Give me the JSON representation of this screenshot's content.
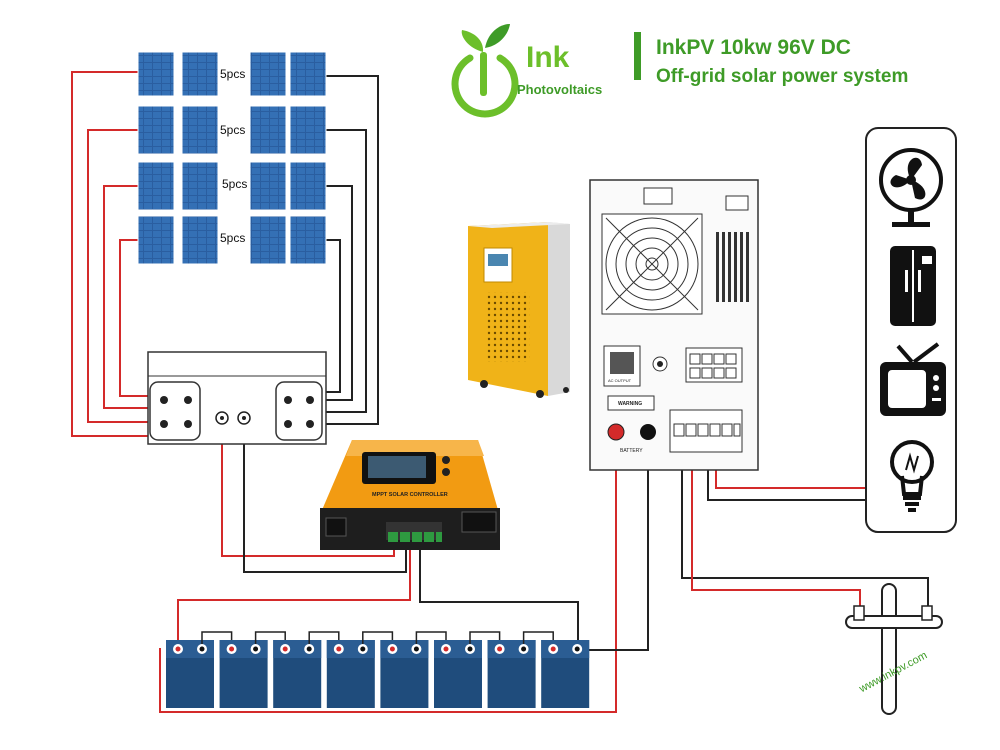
{
  "header": {
    "logo_word": "Ink",
    "logo_sub": "Photovoltaics",
    "title": "InkPV 10kw 96V DC",
    "subtitle": "Off-grid solar power system"
  },
  "panel_rows": [
    {
      "label": "5pcs"
    },
    {
      "label": "5pcs"
    },
    {
      "label": "5pcs"
    },
    {
      "label": "5pcs"
    }
  ],
  "controller": {
    "label": "MPPT SOLAR CONTROLLER"
  },
  "inverter": {
    "battery_label": "BATTERY",
    "ac_output_label": "AC OUTPUT",
    "warning_label": "WARNING"
  },
  "battery_count": 8,
  "loads": [
    "fan-icon",
    "refrigerator-icon",
    "tv-icon",
    "light-bulb-icon"
  ],
  "ground": {
    "watermark": "www.inkpv.com"
  },
  "colors": {
    "brand_green": "#6cbf2a",
    "title_green": "#3e9b27",
    "wire_red": "#d42a2a",
    "wire_black": "#222222",
    "battery_blue": "#1f4c7c",
    "panel_blue": "#2a5ea0",
    "controller_orange": "#f29b12",
    "cabinet_yellow": "#f0b318"
  }
}
